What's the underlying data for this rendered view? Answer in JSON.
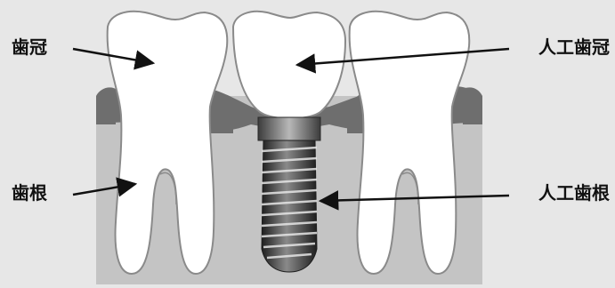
{
  "labels": {
    "crown": "歯冠",
    "root": "歯根",
    "implant_crown": "人工歯冠",
    "implant_root": "人工歯根"
  },
  "colors": {
    "background": "#e7e7e7",
    "bone": "#c4c4c4",
    "gum": "#6e6e6e",
    "tooth_fill": "#ffffff",
    "tooth_outline": "#8a8a8a",
    "implant_screw": "#3a3a3a",
    "label_text": "#111111"
  },
  "icons": {
    "arrow": "arrow-pointer"
  }
}
